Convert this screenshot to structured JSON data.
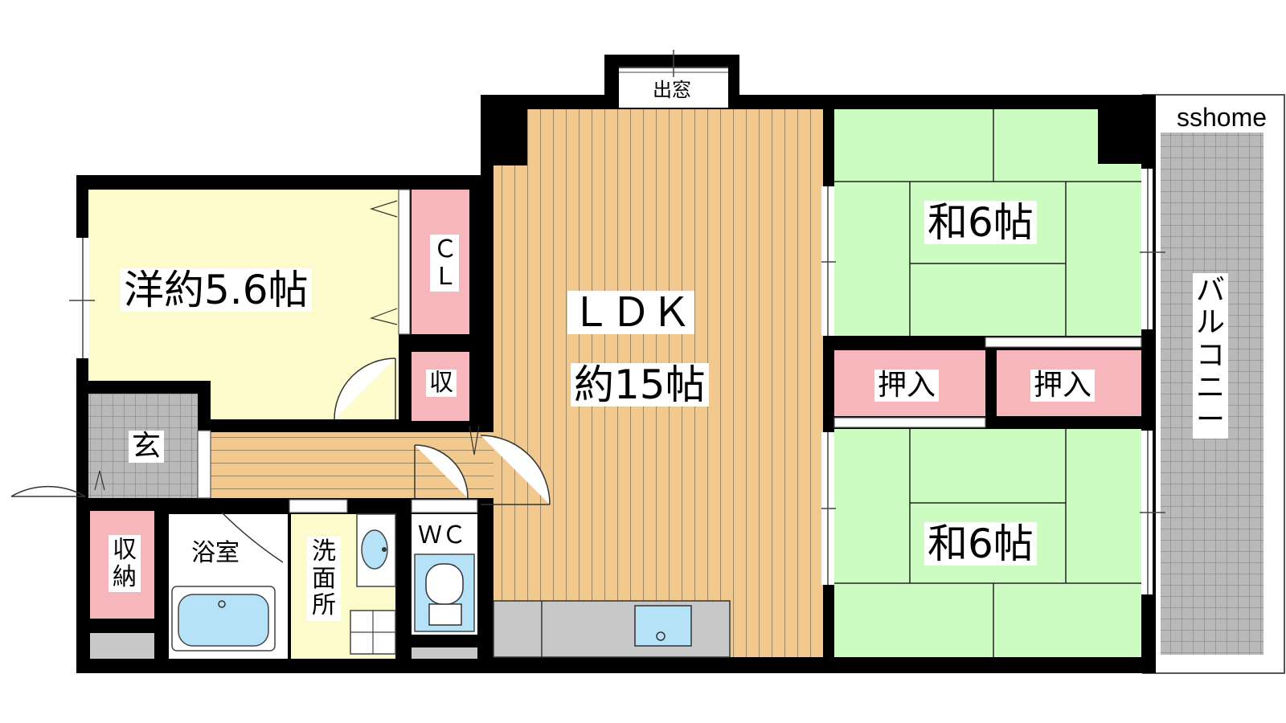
{
  "brand": "sshome",
  "colors": {
    "western": "#fdfbcc",
    "wood": "#f1c98f",
    "tatami": "#ccfcc2",
    "storage": "#f7b6bc",
    "tile": "#b9b9b9",
    "water": "#b5e2f7",
    "kitchen": "#c8c8c8",
    "wall": "#000000"
  },
  "rooms": {
    "western": {
      "label": "洋約5.6帖"
    },
    "closet": {
      "label": "ＣＬ"
    },
    "storage_small": {
      "label": "収"
    },
    "ldk": {
      "title": "ＬＤＫ",
      "size": "約15帖"
    },
    "bay_window": {
      "label": "出窓"
    },
    "washitsu_top": {
      "label": "和6帖"
    },
    "washitsu_bottom": {
      "label": "和6帖"
    },
    "oshiire_left": {
      "label": "押入"
    },
    "oshiire_right": {
      "label": "押入"
    },
    "balcony": {
      "label": "バルコニー"
    },
    "entrance": {
      "label": "玄"
    },
    "storage_left": {
      "label": "収納"
    },
    "bathroom": {
      "label": "浴室"
    },
    "washroom": {
      "label": "洗面所"
    },
    "toilet": {
      "label": "ＷＣ"
    }
  }
}
